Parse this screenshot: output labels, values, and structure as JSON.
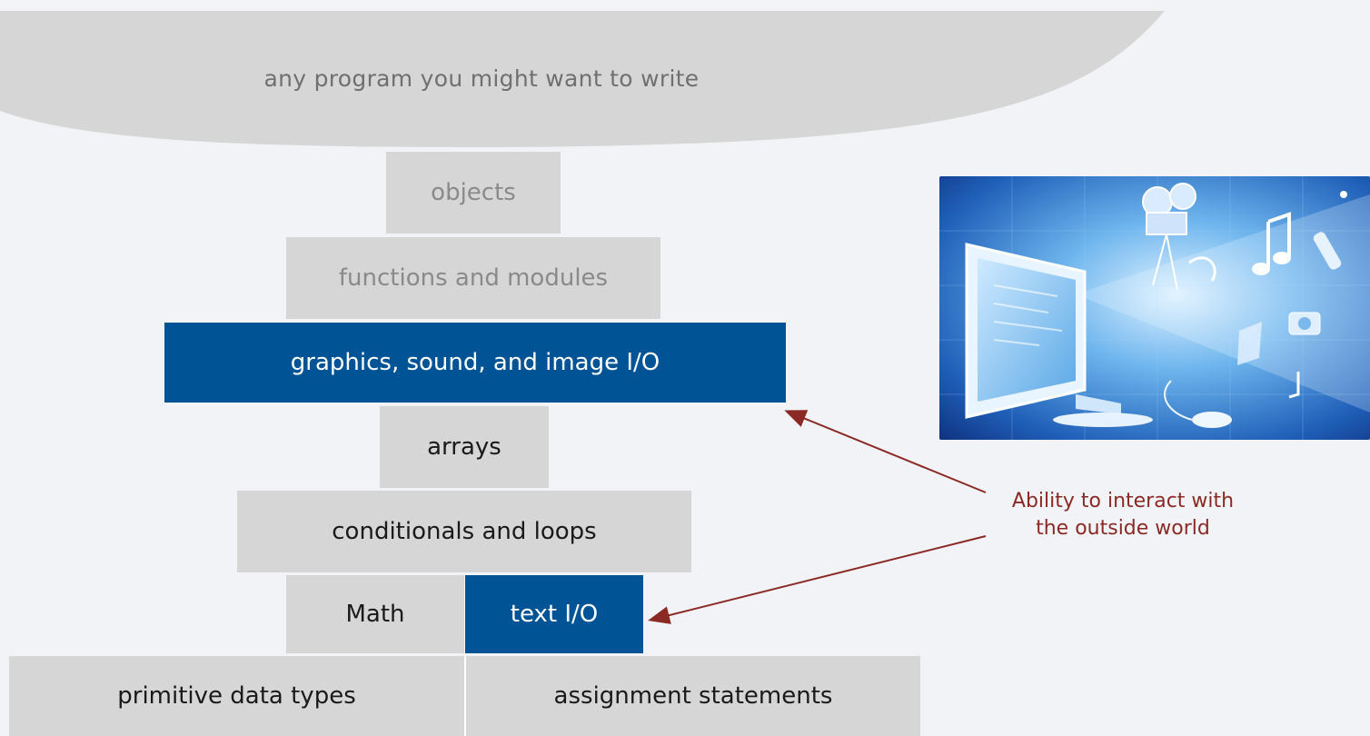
{
  "top": {
    "label": "any program you might want to write"
  },
  "layers": {
    "objects": "objects",
    "functions": "functions and modules",
    "graphics": "graphics, sound, and image I/O",
    "arrays": "arrays",
    "conditionals": "conditionals and loops",
    "math": "Math",
    "text_io": "text I/O",
    "primitive": "primitive data types",
    "assignment": "assignment statements"
  },
  "annotation": {
    "line1": "Ability to interact with",
    "line2": "the outside world"
  },
  "colors": {
    "highlight": "#005394",
    "block": "#d6d6d6",
    "annotation": "#8b2a25",
    "background": "#f1f3f6"
  },
  "image": {
    "subject": "computer-monitor-with-multimedia-icons"
  }
}
